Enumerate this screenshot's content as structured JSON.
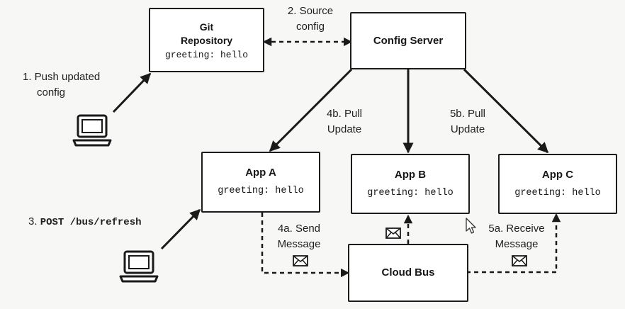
{
  "nodes": {
    "git": {
      "title_line1": "Git",
      "title_line2": "Repository",
      "code": "greeting: hello"
    },
    "config_server": {
      "title": "Config Server"
    },
    "app_a": {
      "title": "App A",
      "code": "greeting: hello"
    },
    "app_b": {
      "title": "App B",
      "code": "greeting: hello"
    },
    "app_c": {
      "title": "App C",
      "code": "greeting: hello"
    },
    "cloud_bus": {
      "title": "Cloud Bus"
    }
  },
  "labels": {
    "push": {
      "line1": "1. Push updated",
      "line2": "config"
    },
    "source": {
      "line1": "2. Source",
      "line2": "config"
    },
    "post": {
      "prefix": "3. ",
      "code": "POST /bus/refresh"
    },
    "pull_4b": {
      "line1": "4b. Pull",
      "line2": "Update"
    },
    "pull_5b": {
      "line1": "5b. Pull",
      "line2": "Update"
    },
    "send_4a": {
      "line1": "4a. Send",
      "line2": "Message"
    },
    "receive_5a": {
      "line1": "5a. Receive",
      "line2": "Message"
    }
  },
  "icons": [
    "laptop-icon",
    "envelope-icon",
    "mouse-cursor-icon"
  ],
  "colors": {
    "line": "#1a1a1a",
    "box_border": "#1c1c1c",
    "background": "#f7f7f5"
  }
}
